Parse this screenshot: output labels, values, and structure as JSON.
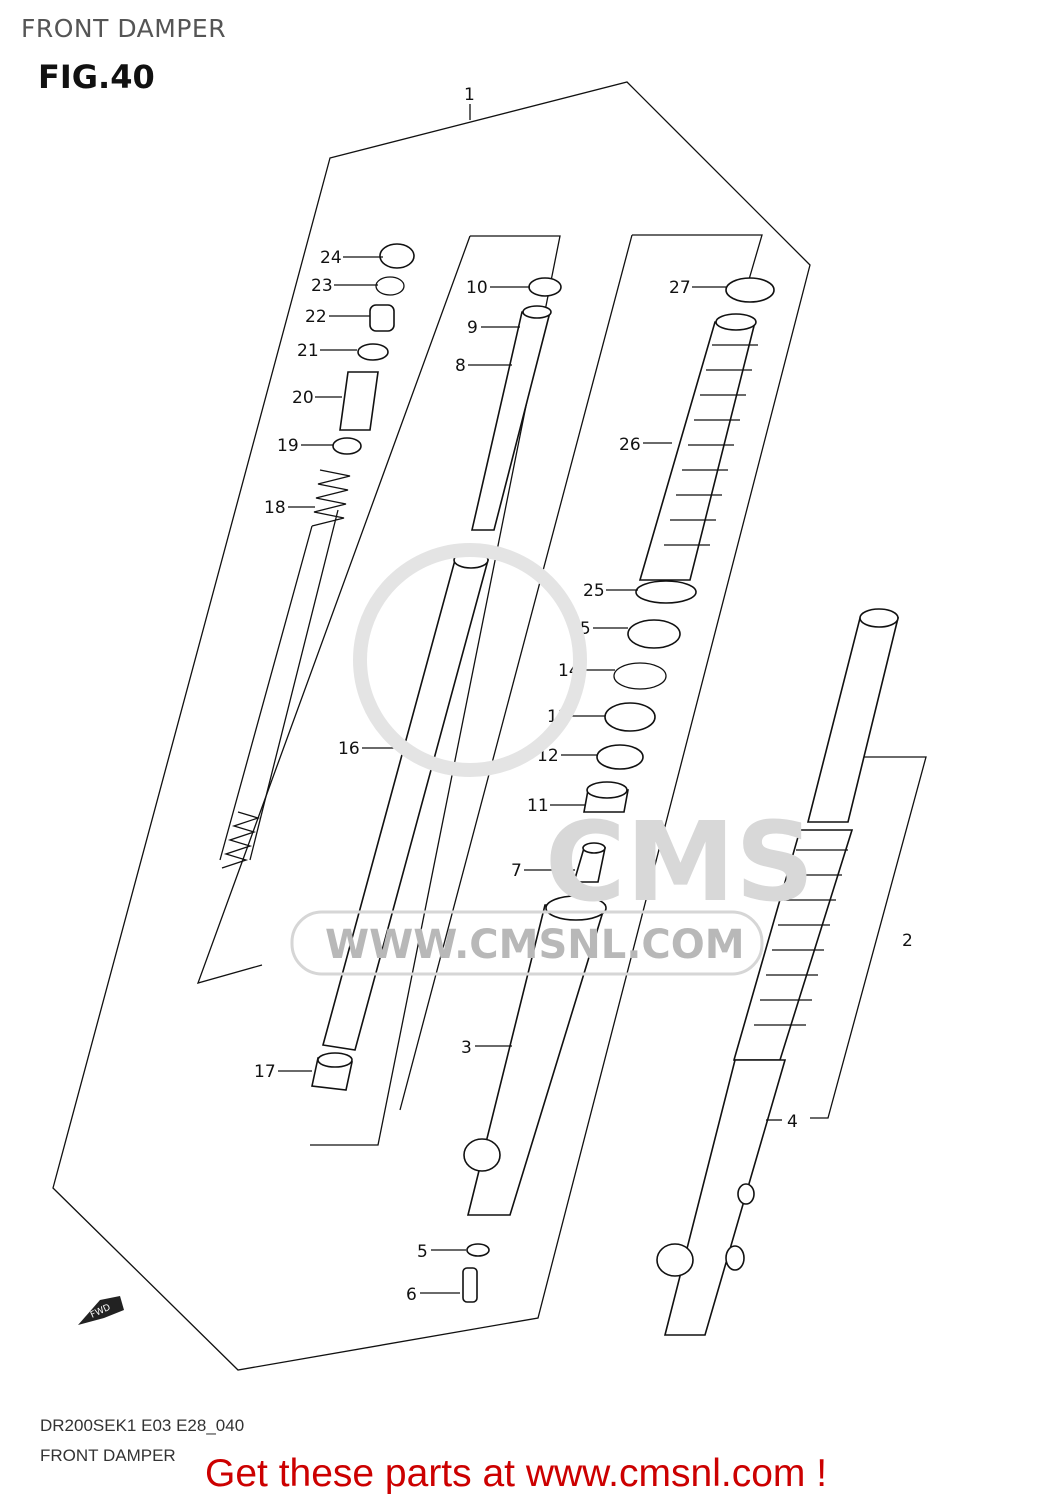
{
  "header": {
    "title": "FRONT DAMPER",
    "figure": "FIG.40"
  },
  "footer": {
    "model_code": "DR200SEK1 E03 E28_040",
    "caption": "FRONT DAMPER",
    "promo": "Get these parts at www.cmsnl.com !"
  },
  "watermark": {
    "logo": "CMS",
    "url": "WWW.CMSNL.COM"
  },
  "direction_marker": "FWD",
  "callouts": {
    "p1": "1",
    "p2": "2",
    "p3": "3",
    "p4": "4",
    "p5": "5",
    "p6": "6",
    "p7": "7",
    "p8": "8",
    "p9": "9",
    "p10": "10",
    "p11": "11",
    "p12": "12",
    "p13": "13",
    "p14": "14",
    "p15": "15",
    "p16": "16",
    "p17": "17",
    "p18": "18",
    "p19": "19",
    "p20": "20",
    "p21": "21",
    "p22": "22",
    "p23": "23",
    "p24": "24",
    "p25": "25",
    "p26": "26",
    "p27": "27"
  }
}
